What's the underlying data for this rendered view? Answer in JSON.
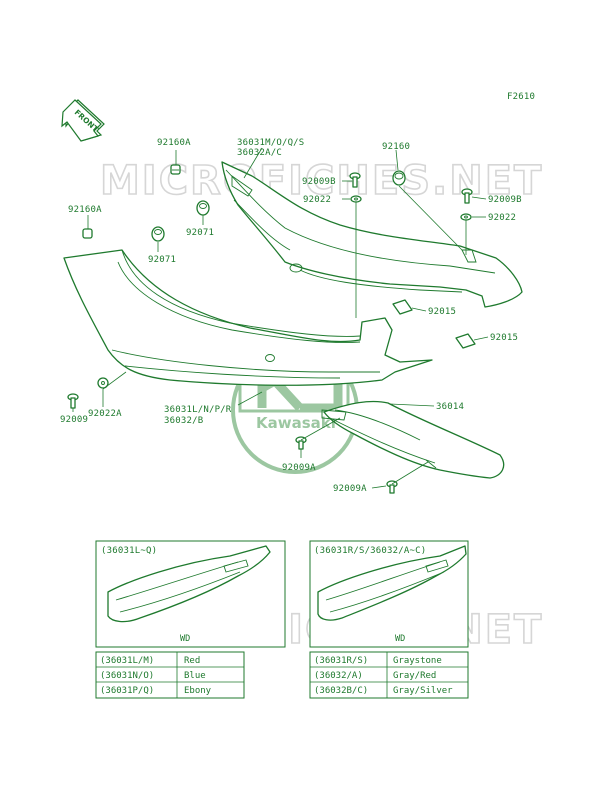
{
  "figure_code": "F2610",
  "front_label": "FRONT",
  "watermark": "MICROFICHES.NET",
  "logo_text": "Kawasaki",
  "labels": {
    "p92160A_top": "92160A",
    "p36031M": "36031M/O/Q/S",
    "p36032AC": "36032A/C",
    "p92160": "92160",
    "p92009B_left": "92009B",
    "p92022_mid": "92022",
    "p92009B_right": "92009B",
    "p92022_right": "92022",
    "p92160A_left": "92160A",
    "p92071_mid": "92071",
    "p92071_left": "92071",
    "p92015_mid": "92015",
    "p92015_right": "92015",
    "p92009": "92009",
    "p92022A": "92022A",
    "p36031L": "36031L/N/P/R",
    "p36032B": "36032/B",
    "p36014": "36014",
    "p92009A_mid": "92009A",
    "p92009A_low": "92009A"
  },
  "variant_left": {
    "title": "(36031L~Q)",
    "wd": "WD",
    "rows": [
      {
        "code": "(36031L/M)",
        "color": "Red"
      },
      {
        "code": "(36031N/O)",
        "color": "Blue"
      },
      {
        "code": "(36031P/Q)",
        "color": "Ebony"
      }
    ]
  },
  "variant_right": {
    "title": "(36031R/S/36032/A~C)",
    "wd": "WD",
    "rows": [
      {
        "code": "(36031R/S)",
        "color": "Graystone"
      },
      {
        "code": "(36032/A)",
        "color": "Gray/Red"
      },
      {
        "code": "(36032B/C)",
        "color": "Gray/Silver"
      }
    ]
  },
  "colors": {
    "line": "#1f7a2e",
    "watermark": "#d6d6d6"
  }
}
